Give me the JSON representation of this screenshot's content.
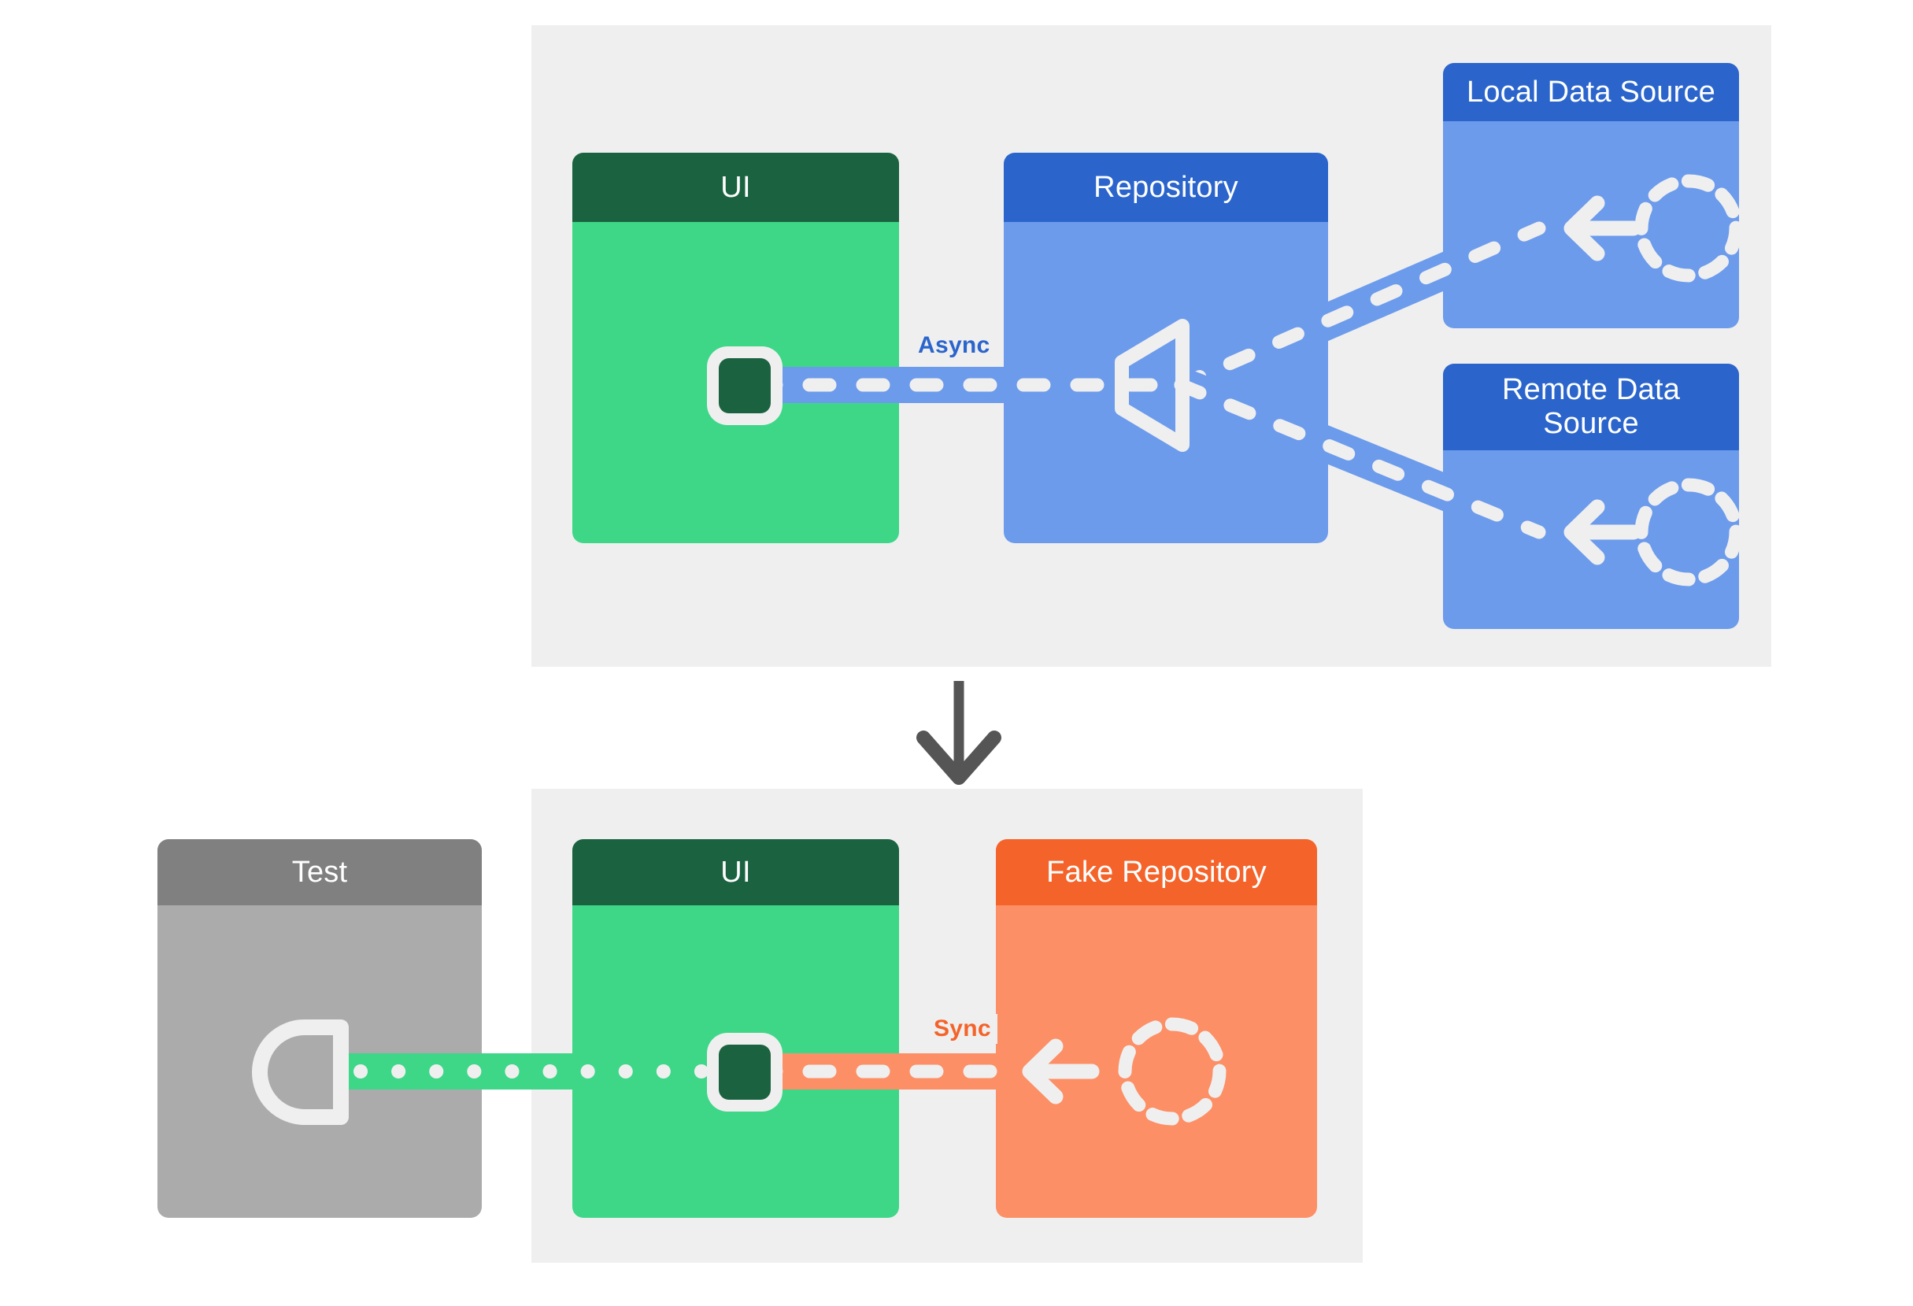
{
  "diagram": {
    "title": "Repository pattern: production vs. test with a fake repository",
    "flow_direction": "top-to-bottom",
    "panel_background": "#EFEFEF",
    "page_background": "#FFFFFF"
  },
  "palette": {
    "green_header": "#1B6340",
    "green_body": "#3DD787",
    "blue_header": "#2B65CC",
    "blue_body": "#6C9BEC",
    "orange_header": "#F4632A",
    "orange_body": "#FC8F66",
    "gray_header": "#808080",
    "gray_body": "#ABABAB",
    "wire_white": "#EFEFEF",
    "arrow_gray": "#555555"
  },
  "panels": [
    {
      "id": "production",
      "name": "production-panel",
      "cards": [
        {
          "id": "ui-prod",
          "label": "UI",
          "color": "green",
          "glyph": "square-plug-icon"
        },
        {
          "id": "repo",
          "label": "Repository",
          "color": "blue",
          "glyph": "triangle-merge-icon"
        },
        {
          "id": "local-ds",
          "label": "Local Data Source",
          "color": "blue",
          "glyph": "arrow-left-dashed-circle-icon"
        },
        {
          "id": "remote-ds",
          "label": "Remote Data Source",
          "color": "blue",
          "glyph": "arrow-left-dashed-circle-icon"
        }
      ],
      "connectors": [
        {
          "id": "ui-to-repo",
          "label": "Async",
          "color": "#2B65CC",
          "style": "dashed",
          "from": "ui-prod",
          "to": "repo"
        },
        {
          "id": "repo-to-local",
          "label": "",
          "color": "#6C9BEC",
          "style": "dashed",
          "from": "repo",
          "to": "local-ds"
        },
        {
          "id": "repo-to-remote",
          "label": "",
          "color": "#6C9BEC",
          "style": "dashed",
          "from": "repo",
          "to": "remote-ds"
        }
      ]
    },
    {
      "id": "test",
      "name": "test-panel",
      "cards": [
        {
          "id": "test",
          "label": "Test",
          "color": "gray",
          "glyph": "socket-icon"
        },
        {
          "id": "ui-test",
          "label": "UI",
          "color": "green",
          "glyph": "square-plug-icon"
        },
        {
          "id": "fake-repo",
          "label": "Fake Repository",
          "color": "orange",
          "glyph": "arrow-left-dashed-circle-icon"
        }
      ],
      "connectors": [
        {
          "id": "test-to-ui",
          "label": "",
          "color": "#3DD787",
          "style": "dotted",
          "from": "test",
          "to": "ui-test"
        },
        {
          "id": "ui-to-fake",
          "label": "Sync",
          "color": "#FC8F66",
          "style": "dashed",
          "from": "ui-test",
          "to": "fake-repo"
        }
      ]
    }
  ],
  "flow_arrow": {
    "name": "down-arrow-icon",
    "direction": "down",
    "color": "#555555"
  },
  "labels": {
    "ui_prod": "UI",
    "repository": "Repository",
    "local_data_source": "Local Data Source",
    "remote_data_source": "Remote Data Source",
    "test": "Test",
    "ui_test": "UI",
    "fake_repository": "Fake Repository",
    "async": "Async",
    "sync": "Sync"
  }
}
